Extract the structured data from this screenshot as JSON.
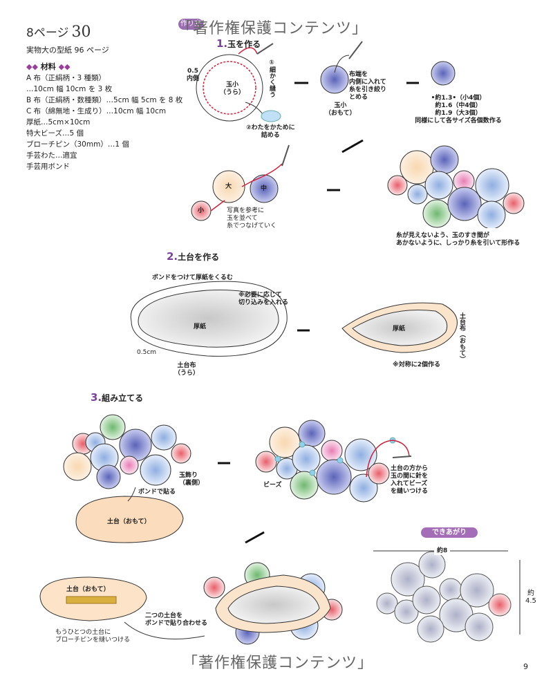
{
  "header": {
    "page_ref_prefix": "8ページ",
    "page_ref_number": "30",
    "pattern_note": "実物大の型紙 96 ページ",
    "badge": "作り方",
    "watermark": "「著作権保護コンテンツ」"
  },
  "materials": {
    "heading": "材料",
    "items": [
      "A 布（正絹柄・3 種類）",
      "…10cm 幅 10cm を 3 枚",
      "B 布（正絹柄・数種類）…5cm 幅 5cm を 8 枚",
      "C 布（綿無地・生成り）…10cm 幅 10cm",
      "厚紙…5cm×10cm",
      "特大ビーズ…5 個",
      "ブローチピン（30mm）…1 個",
      "手芸わた…適宜",
      "手芸用ボンド"
    ]
  },
  "step1": {
    "number": "1.",
    "title": "玉を作る",
    "inner_label": [
      "0.5",
      "内側"
    ],
    "ball_back": [
      "玉小",
      "（うら）"
    ],
    "sew_note": "①細かく縫う",
    "stuff_note": [
      "②わたをかために",
      "詰める"
    ],
    "gather_note": [
      "布端を",
      "内側に入れて",
      "糸を引き絞り",
      "とめる"
    ],
    "ball_front": [
      "玉小",
      "（おもて）"
    ],
    "sizes": [
      "•約1.3•（小4個）",
      "約1.6（中4個）",
      "約1.9（大3個）",
      "同様にして各サイズ各個数作る"
    ],
    "string_note": [
      "写真を参考に",
      "玉を並べて",
      "糸でつなげていく"
    ],
    "tight_note": [
      "糸が見えないよう、玉のすき間が",
      "あかないように、しっかり糸を引いて形作る"
    ],
    "size_small": "小",
    "size_medium": "中",
    "size_large": "大"
  },
  "step2": {
    "number": "2.",
    "title": "土台を作る",
    "glue_note": "ボンドをつけて厚紙をくるむ",
    "cut_note": [
      "※必要に応じて",
      "切り込みを入れる"
    ],
    "cardboard": "厚紙",
    "margin": "0.5cm",
    "base_back": [
      "土台布",
      "（うら）"
    ],
    "base_front": "土台布（おもて）",
    "make_two": "※対称に2個作る"
  },
  "step3": {
    "number": "3.",
    "title": "組み立てる",
    "ball_back_label": [
      "玉飾り",
      "（裏側）"
    ],
    "glue_label": "ボンドで貼る",
    "base_front": "土台（おもて）",
    "beads_label": "ビーズ",
    "bead_note": [
      "土台の方から",
      "玉の間に針を",
      "入れてビーズ",
      "を縫いつける"
    ],
    "pin_base": "土台（おもて）",
    "pin_note": [
      "もうひとつの土台に",
      "ブローチピンを縫いつける"
    ],
    "join_note": [
      "二つの土台を",
      "ボンドで貼り合わせる"
    ]
  },
  "finished": {
    "label": "できあがり",
    "width": "約8",
    "height": [
      "約",
      "4.5"
    ]
  },
  "footer": {
    "page_number": "9"
  },
  "colors": {
    "accent": "#7b3fa0",
    "thread": "#d0203a",
    "bead": "#8fd0ee"
  }
}
